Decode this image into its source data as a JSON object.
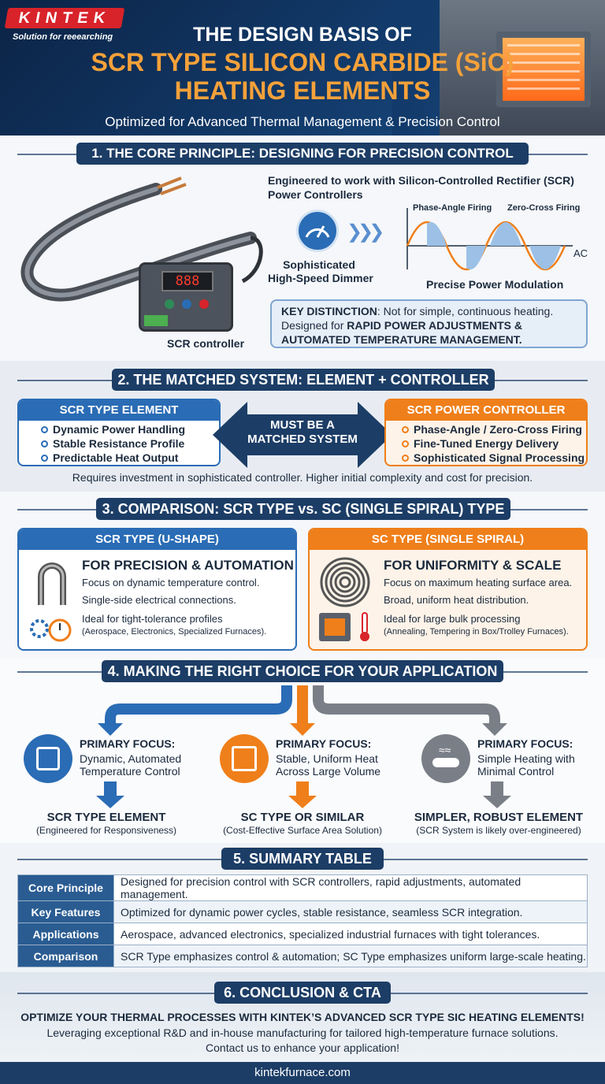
{
  "header": {
    "logo": "KINTEK",
    "logo_tagline": "Solution for reeearching",
    "title_line1": "THE DESIGN BASIS OF",
    "title_line2": "SCR TYPE SILICON CARBIDE (SiC)",
    "title_line3": "HEATING ELEMENTS",
    "subtitle": "Optimized for Advanced Thermal Management & Precision Control"
  },
  "s1": {
    "title": "1. THE CORE PRINCIPLE: DESIGNING FOR PRECISION CONTROL",
    "engineered": "Engineered to work with Silicon-Controlled Rectifier (SCR) Power Controllers",
    "dimmer_l1": "Sophisticated",
    "dimmer_l2": "High-Speed Dimmer",
    "phase_angle": "Phase-Angle Firing",
    "zero_cross": "Zero-Cross Firing",
    "ac": "AC",
    "modulation": "Precise Power Modulation",
    "controller_label": "SCR controller",
    "display": "888",
    "kd_label": "KEY DISTINCTION",
    "kd_text": ": Not for simple, continuous heating.",
    "kd_line2": "Designed for ",
    "kd_bold2": "RAPID POWER ADJUSTMENTS &",
    "kd_bold3": "AUTOMATED TEMPERATURE MANAGEMENT."
  },
  "s2": {
    "title": "2. THE MATCHED SYSTEM: ELEMENT + CONTROLLER",
    "left_head": "SCR TYPE ELEMENT",
    "left_items": [
      "Dynamic Power Handling",
      "Stable Resistance Profile",
      "Predictable Heat Output"
    ],
    "arrow_l1": "MUST BE A",
    "arrow_l2": "MATCHED SYSTEM",
    "right_head": "SCR POWER CONTROLLER",
    "right_items": [
      "Phase-Angle / Zero-Cross Firing",
      "Fine-Tuned Energy Delivery",
      "Sophisticated Signal Processing"
    ],
    "note": "Requires investment in sophisticated controller. Higher initial complexity and cost for precision."
  },
  "s3": {
    "title": "3. COMPARISON: SCR TYPE vs. SC (SINGLE SPIRAL) TYPE",
    "left": {
      "head": "SCR TYPE (U-SHAPE)",
      "focus": "FOR PRECISION & AUTOMATION",
      "l1": "Focus on dynamic temperature control.",
      "l2": "Single-side electrical connections.",
      "l3": "Ideal for tight-tolerance profiles",
      "l4": "(Aerospace, Electronics, Specialized Furnaces)."
    },
    "right": {
      "head": "SC TYPE (SINGLE SPIRAL)",
      "focus": "FOR UNIFORMITY & SCALE",
      "l1": "Focus on maximum heating surface area.",
      "l2": "Broad, uniform heat distribution.",
      "l3": "Ideal for large bulk processing",
      "l4": "(Annealing, Tempering in Box/Trolley Furnaces)."
    }
  },
  "s4": {
    "title": "4. MAKING THE RIGHT CHOICE FOR YOUR APPLICATION",
    "cols": [
      {
        "focus": "PRIMARY FOCUS:",
        "d1": "Dynamic, Automated",
        "d2": "Temperature Control",
        "result": "SCR TYPE ELEMENT",
        "sub": "(Engineered for Responsiveness)",
        "color": "#2a6cb5"
      },
      {
        "focus": "PRIMARY FOCUS:",
        "d1": "Stable, Uniform Heat",
        "d2": "Across Large Volume",
        "result": "SC TYPE OR SIMILAR",
        "sub": "(Cost-Effective Surface Area Solution)",
        "color": "#ef7f1a"
      },
      {
        "focus": "PRIMARY FOCUS:",
        "d1": "Simple Heating with",
        "d2": "Minimal Control",
        "result": "SIMPLER, ROBUST ELEMENT",
        "sub": "(SCR System is likely over-engineered)",
        "color": "#7a7f87"
      }
    ]
  },
  "s5": {
    "title": "5. SUMMARY TABLE",
    "rows": [
      [
        "Core Principle",
        "Designed for precision control with SCR controllers, rapid adjustments, automated management."
      ],
      [
        "Key Features",
        "Optimized for dynamic power cycles, stable resistance, seamless SCR integration."
      ],
      [
        "Applications",
        "Aerospace, advanced electronics, specialized industrial furnaces with tight tolerances."
      ],
      [
        "Comparison",
        "SCR Type emphasizes control & automation; SC Type emphasizes uniform large-scale heating."
      ]
    ]
  },
  "s6": {
    "title": "6. CONCLUSION & CTA",
    "headline": "OPTIMIZE YOUR THERMAL PROCESSES WITH KINTEK’S ADVANCED SCR TYPE SIC HEATING ELEMENTS!",
    "l2": "Leveraging exceptional R&D and in-house manufacturing for tailored high-temperature furnace solutions.",
    "l3": "Contact us to enhance your application!"
  },
  "footer": {
    "url": "kintekfurnace.com"
  },
  "colors": {
    "navy": "#1c3d66",
    "blue": "#2a6cb5",
    "orange": "#ef7f1a",
    "gray": "#7a7f87"
  }
}
